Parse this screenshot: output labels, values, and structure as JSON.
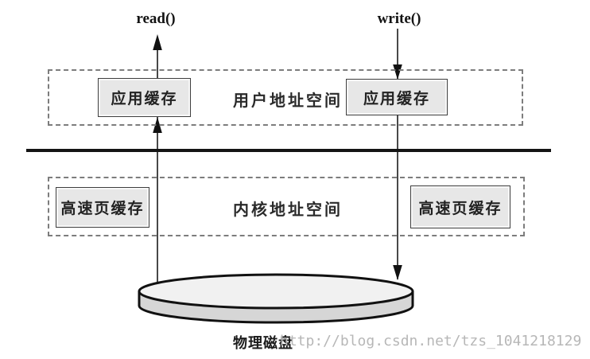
{
  "diagram": {
    "syscalls": {
      "read": "read()",
      "write": "write()"
    },
    "user_space": {
      "title": "用户地址空间",
      "left_cache": "应用缓存",
      "right_cache": "应用缓存"
    },
    "kernel_space": {
      "title": "内核地址空间",
      "left_cache": "高速页缓存",
      "right_cache": "高速页缓存"
    },
    "disk": {
      "label": "物理磁盘"
    },
    "watermark": "http://blog.csdn.net/tzs_1041218129",
    "colors": {
      "arrow_line": "#1a1a1a",
      "arrow_head": "#111111",
      "box_fill": "#e7e7e7",
      "box_border": "#3f3f3f",
      "dashed_border": "#7d7d7d",
      "divider": "#141414",
      "disk_top_fill": "#f1f1f1",
      "disk_body_fill": "#d6d6d6",
      "disk_stroke": "#111111",
      "watermark_color": "#b7b7b7"
    }
  }
}
